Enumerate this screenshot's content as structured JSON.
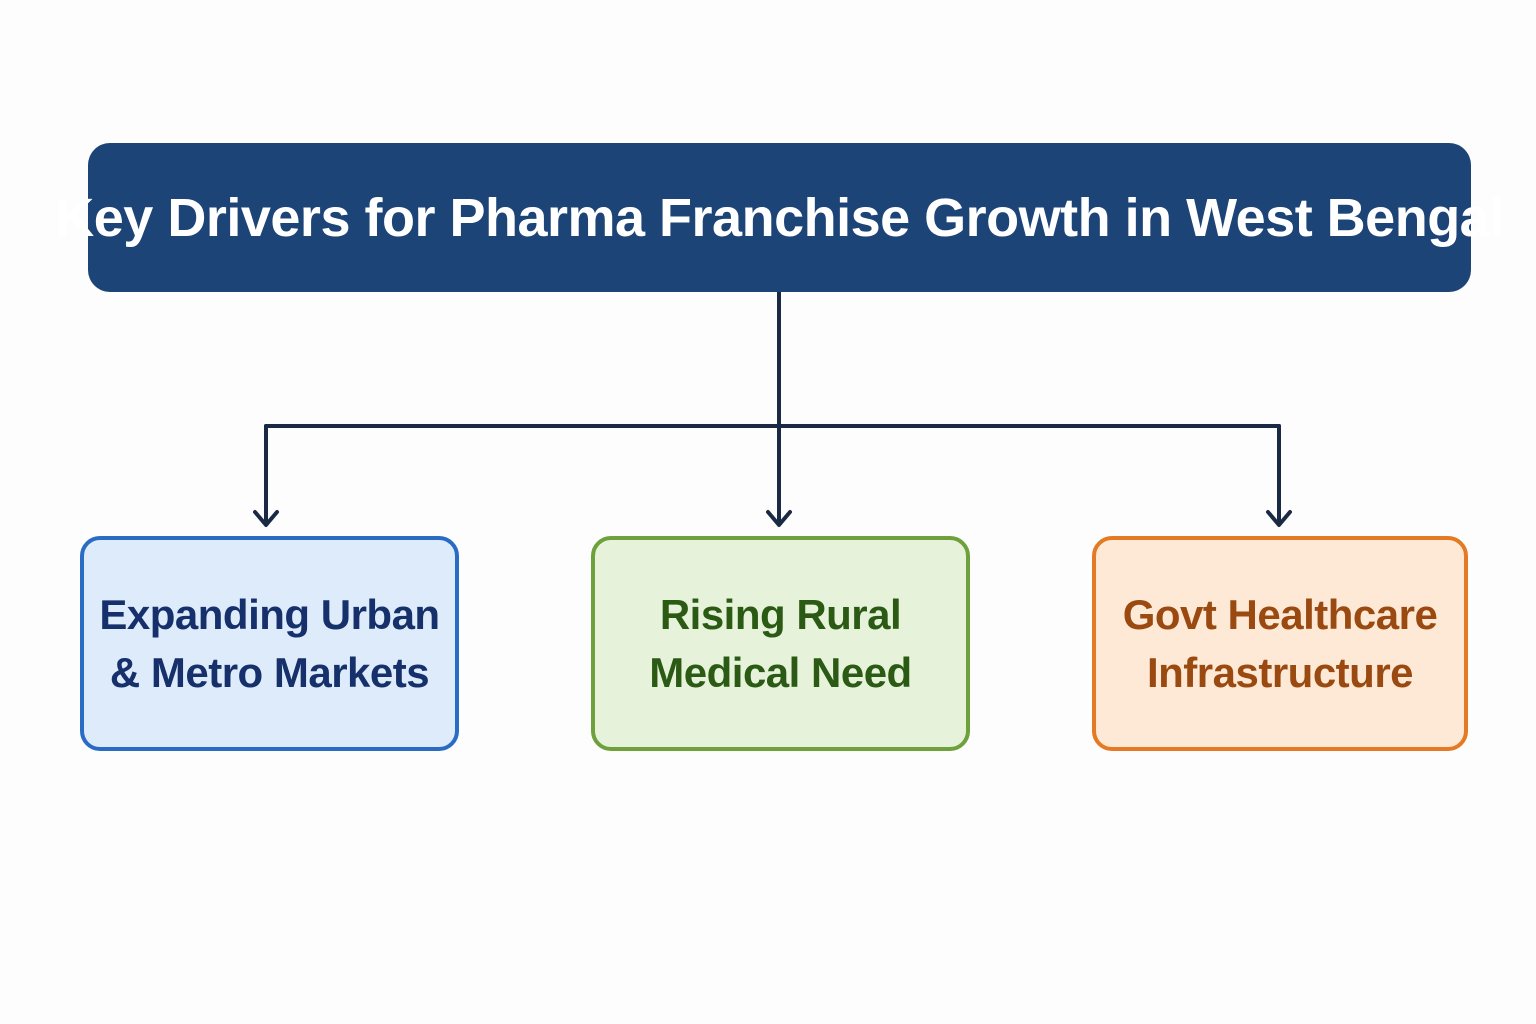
{
  "title": {
    "text": "Key Drivers for  Pharma Franchise Growth in West Bengal",
    "background": "#1d4477",
    "color": "#ffffff"
  },
  "connector_color": "#1b2a44",
  "nodes": [
    {
      "lines": [
        "Expanding Urban",
        "& Metro Markets"
      ],
      "border": "#2a6cc4",
      "fill": "#deebfb",
      "text_color": "#15306a"
    },
    {
      "lines": [
        "Rising Rural",
        "Medical Need"
      ],
      "border": "#6ea03c",
      "fill": "#e6f3da",
      "text_color": "#2b5a14"
    },
    {
      "lines": [
        "Govt Healthcare",
        "Infrastructure"
      ],
      "border": "#e47a24",
      "fill": "#fde9d5",
      "text_color": "#9a4a10"
    }
  ]
}
